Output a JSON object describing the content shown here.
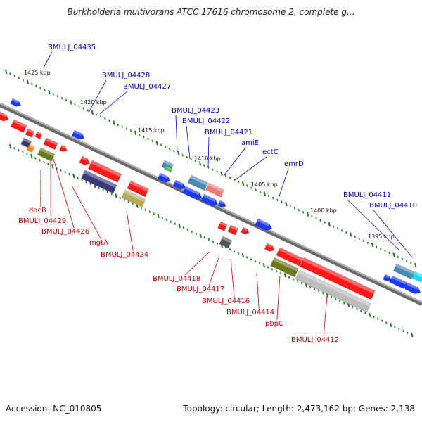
{
  "title": "Burkholderia multivorans ATCC 17616 chromosome 2, complete g...",
  "footer": {
    "accession_label": "Accession: NC_010805",
    "topology_label": "Topology: circular; Length: 2,473,162 bp; Genes: 2,138"
  },
  "colors": {
    "forward_label": "#0000c8",
    "reverse_label": "#cc0000",
    "backbone": "#8a8a8a",
    "tick": "#1a7a1a"
  },
  "position_ticks": [
    "1425 kbp",
    "1420 kbp",
    "1415 kbp",
    "1410 kbp",
    "1405 kbp",
    "1400 kbp",
    "1395 kbp"
  ],
  "forward_genes": [
    "BMULJ_04435",
    "BMULJ_04428",
    "BMULJ_04427",
    "BMULJ_04423",
    "BMULJ_04422",
    "BMULJ_04421",
    "amiE",
    "ectC",
    "emrD",
    "BMULJ_04411",
    "BMULJ_04410"
  ],
  "reverse_genes": [
    "dacB",
    "BMULJ_04429",
    "BMULJ_04426",
    "mgtA",
    "BMULJ_04424",
    "BMULJ_04418",
    "BMULJ_04417",
    "BMULJ_04416",
    "BMULJ_04414",
    "pbpC",
    "BMULJ_04412"
  ],
  "feature_colors": {
    "cds": "#ff1a1a",
    "cds_forward": "#1a3aff",
    "rna_green": "#6b7a1a",
    "rna_navy": "#3a3a7a",
    "rna_khaki": "#b8aa55",
    "rna_grey": "#bdbdbd",
    "rna_steel": "#4a8ab8",
    "rna_pink": "#f07a7a",
    "rna_orange": "#ff8800",
    "rna_cyan": "#10e0ff",
    "rna_dark": "#555555"
  }
}
